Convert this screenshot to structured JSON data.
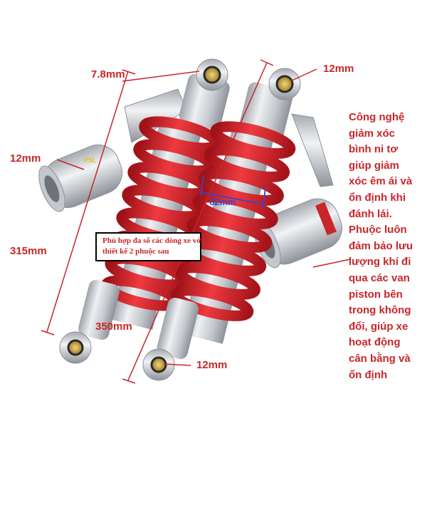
{
  "labels": {
    "top_left_eye": "7.8mm",
    "top_right_eye": "12mm",
    "left_reservoir": "12mm",
    "left_length": "315mm",
    "center_length": "350mm",
    "bottom_eye": "12mm",
    "spring_diameter": "62mm"
  },
  "reservoir_logo": "PSL",
  "note_lines": [
    "Phù hợp đa số các dòng xe với",
    "thiết kế 2 phuộc sau"
  ],
  "description_lines": [
    "Công nghệ",
    "giảm xóc",
    "bình ni tơ",
    "giúp giảm",
    "xóc êm ái và",
    "ổn định khi",
    "đánh lái.",
    "Phuộc luôn",
    "đảm bảo lưu",
    "lượng khí đi",
    "qua các van",
    "piston bên",
    "trong không",
    "đổi, giúp xe",
    "hoạt động",
    "cân bằng và",
    "ổn định"
  ],
  "colors": {
    "label_text": "#c8262a",
    "spring_red": "#d7222c",
    "body_silver": "#c9ccd1",
    "dimension_blue": "#3b44c8"
  }
}
